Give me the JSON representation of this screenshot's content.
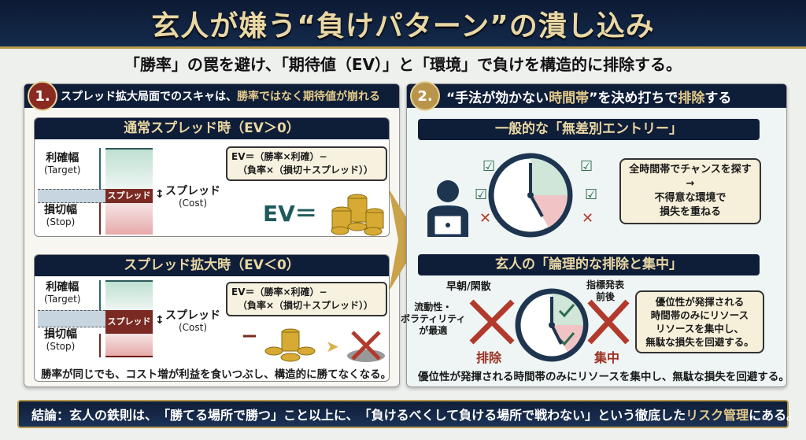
{
  "title": "玄人が嫌う“負けパターン”の潰し込み",
  "subtitle": "「勝率」の罠を避け、「期待値（EV）」と「環境」で負けを構造的に排除する。",
  "left": {
    "number": "1.",
    "heading_a": "スプレッド拡大局面でのスキャは、",
    "heading_b": "勝率ではなく期待値が崩れる",
    "normal": {
      "title": "通常スプレッド時（EV＞0）",
      "target_label": "利確幅",
      "target_en": "(Target)",
      "stop_label": "損切幅",
      "stop_en": "(Stop)",
      "spread_tag": "スプレッド",
      "spread_label": "スプレッド",
      "spread_en": "(Cost)",
      "formula_1": "EV＝（勝率×利確）−",
      "formula_2": "（負率×（損切＋スプレッド））",
      "ev_label": "EV＝"
    },
    "widened": {
      "title": "スプレッド拡大時（EV＜0）",
      "target_label": "利確幅",
      "target_en": "(Target)",
      "stop_label": "損切幅",
      "stop_en": "(Stop)",
      "spread_tag": "スプレッド",
      "spread_label": "スプレッド",
      "spread_en": "(Cost)",
      "formula_1": "EV＝（勝率×利確）−",
      "formula_2": "（負率×（損切＋スプレッド））",
      "minus": "−",
      "note": "勝率が同じでも、コスト増が利益を食いつぶし、構造的に勝てなくなる。"
    }
  },
  "right": {
    "number": "2.",
    "heading_a": "“手法が効かない",
    "heading_b": "時間帯",
    "heading_c": "”を決め打ちで",
    "heading_d": "排除",
    "heading_e": "する",
    "general": {
      "title": "一般的な「無差別エントリー」",
      "bubble_1": "全時間帯でチャンスを探す",
      "bubble_arrow": "→",
      "bubble_2": "不得意な環境で",
      "bubble_3": "損失を重ねる"
    },
    "pro": {
      "title": "玄人の「論理的な排除と集中」",
      "early": "早朝/閑散",
      "liquidity_1": "流動性・",
      "liquidity_2": "ボラティリティ",
      "liquidity_3": "が最適",
      "indicator_1": "指標発表",
      "indicator_2": "前後",
      "exclude": "排除",
      "focus": "集中",
      "bubble_1": "優位性が発揮される",
      "bubble_2": "時間帯のみにリソース",
      "bubble_3": "リソースを集中し、",
      "bubble_4": "無駄な損失を回避する。",
      "note": "優位性が発揮される時間帯のみにリソースを集中し、無駄な損失を回避する。"
    }
  },
  "footer": {
    "prefix": "結論：玄人の鉄則は、",
    "a": "「勝てる場所で勝つ」",
    "b": "こと以上に、",
    "c": "「負けるべくして負ける場所で戦わない」",
    "d": "という徹底した",
    "e": "リスク管理",
    "f": "にある。"
  },
  "colors": {
    "navy": "#0f1e38",
    "gold": "#e3c98a",
    "red": "#9b2f22",
    "green": "#2e6b4e"
  }
}
